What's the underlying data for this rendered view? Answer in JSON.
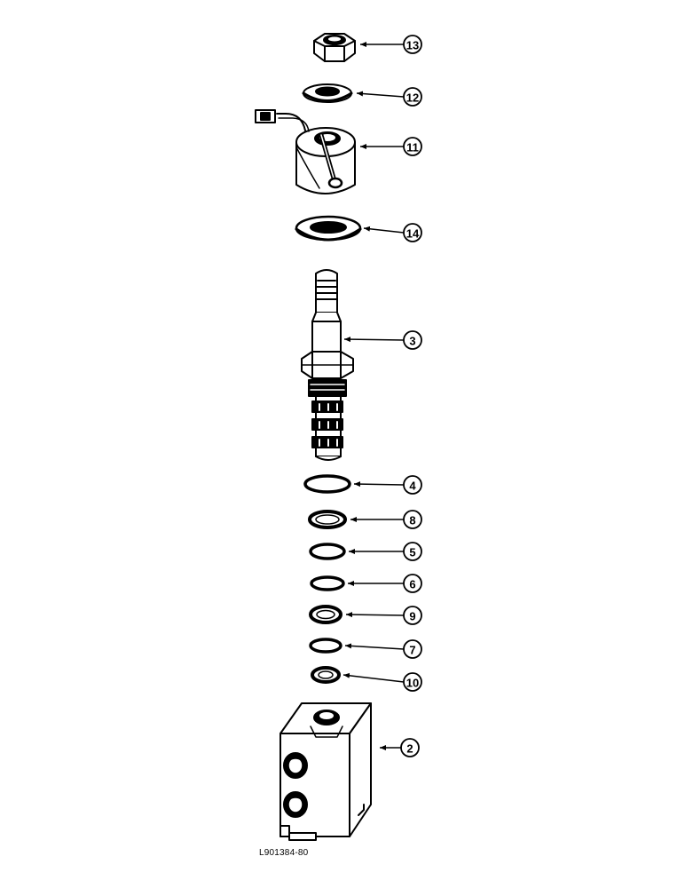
{
  "figure": {
    "code": "L901384-80"
  },
  "callouts": [
    {
      "id": "nut",
      "number": "13"
    },
    {
      "id": "washer-small",
      "number": "12"
    },
    {
      "id": "solenoid-coil",
      "number": "11"
    },
    {
      "id": "washer-large",
      "number": "14"
    },
    {
      "id": "valve-cartridge",
      "number": "3"
    },
    {
      "id": "ring-4",
      "number": "4"
    },
    {
      "id": "ring-8",
      "number": "8"
    },
    {
      "id": "ring-5",
      "number": "5"
    },
    {
      "id": "ring-6",
      "number": "6"
    },
    {
      "id": "ring-9",
      "number": "9"
    },
    {
      "id": "ring-7",
      "number": "7"
    },
    {
      "id": "ring-10",
      "number": "10"
    },
    {
      "id": "valve-body",
      "number": "2"
    }
  ]
}
